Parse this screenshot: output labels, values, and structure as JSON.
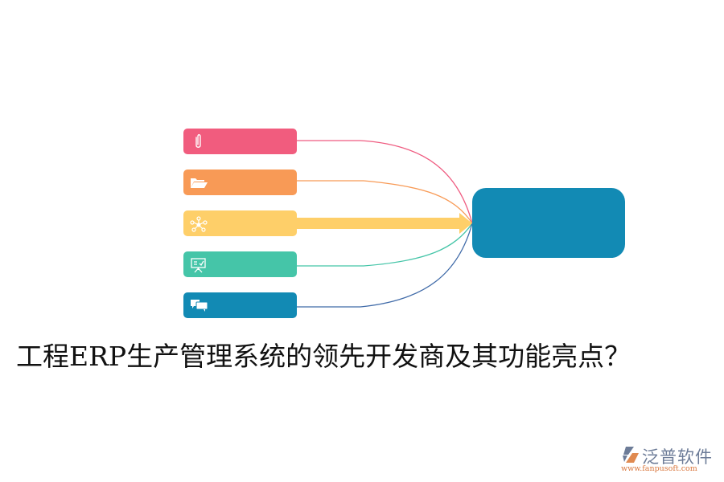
{
  "diagram": {
    "type": "fan-in mind map",
    "branches": [
      {
        "id": "attachment",
        "icon": "paperclip-icon",
        "color": "#f15c7e",
        "label": ""
      },
      {
        "id": "folder",
        "icon": "folder-open-icon",
        "color": "#f89a56",
        "label": ""
      },
      {
        "id": "network",
        "icon": "network-icon",
        "color": "#fecf69",
        "label": ""
      },
      {
        "id": "presentation",
        "icon": "presentation-board-icon",
        "color": "#45c5a8",
        "label": ""
      },
      {
        "id": "chat",
        "icon": "chat-bubbles-icon",
        "color": "#128ab4",
        "label": ""
      }
    ],
    "hub": {
      "color": "#128ab4",
      "label": ""
    },
    "link_colors": [
      "#ef5b80",
      "#f89a56",
      "#fecf69",
      "#45c5a8",
      "#3f6aa8"
    ]
  },
  "title": "工程ERP生产管理系统的领先开发商及其功能亮点？",
  "logo": {
    "brand": "泛普软件",
    "url": "www.fanpusoft.com"
  }
}
